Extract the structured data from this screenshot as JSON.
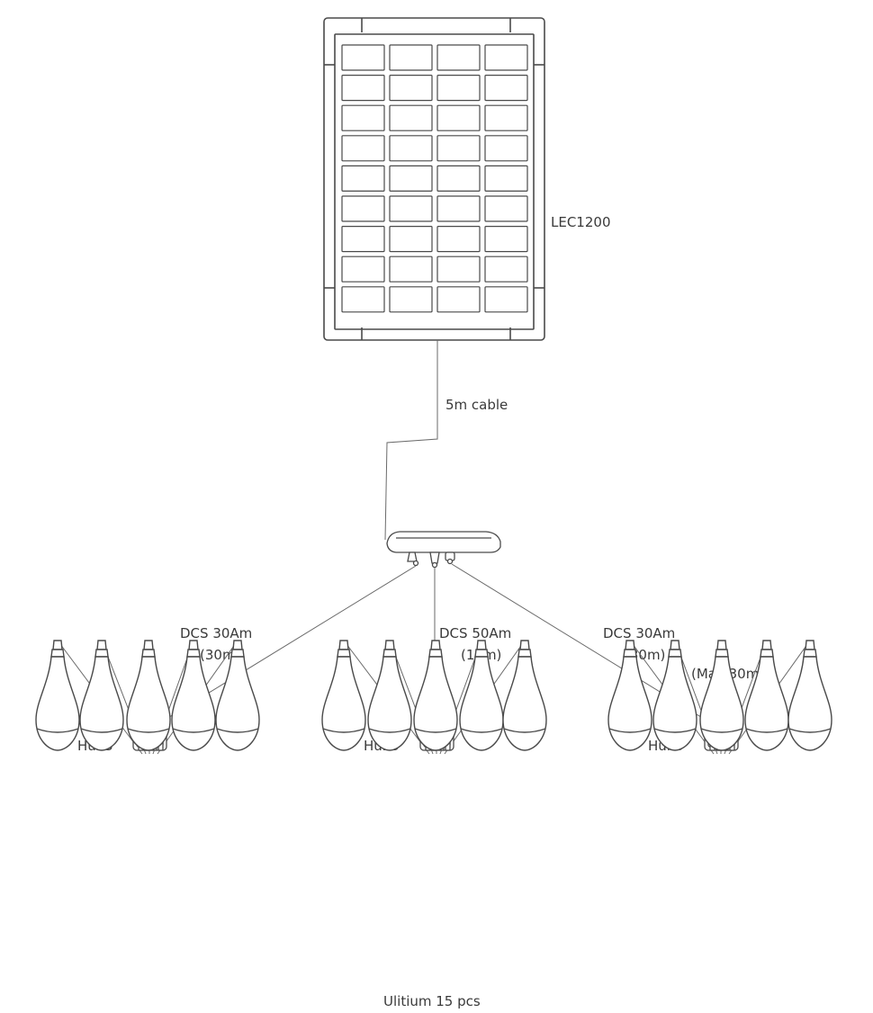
{
  "panel": {
    "label": "LEC1200"
  },
  "cable": {
    "label": "5m cable"
  },
  "branches": [
    {
      "cable_line1": "DCS 30Am",
      "cable_line2": "(30m)",
      "hub_label": "Hub5"
    },
    {
      "cable_line1": "DCS 50Am",
      "cable_line2": "(10m)",
      "hub_label": "Hub5"
    },
    {
      "cable_line1": "DCS 30Am",
      "cable_line2": "(30m)",
      "hub_label": "Hub5"
    }
  ],
  "max_note": "(Max 30m)",
  "footer": {
    "label": "Ulitium 15 pcs"
  }
}
